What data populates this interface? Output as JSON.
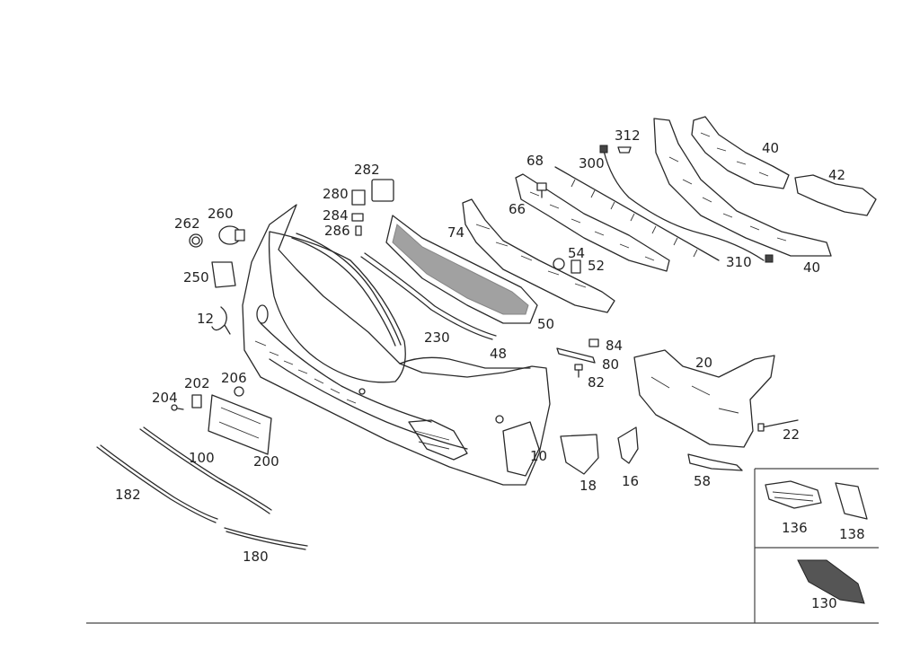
{
  "diagram": {
    "callouts": {
      "c312": "312",
      "c40a": "40",
      "c42": "42",
      "c300": "300",
      "c68": "68",
      "c282": "282",
      "c280": "280",
      "c284": "284",
      "c286": "286",
      "c262": "262",
      "c260": "260",
      "c66": "66",
      "c74": "74",
      "c54": "54",
      "c52": "52",
      "c310": "310",
      "c40b": "40",
      "c250": "250",
      "c12": "12",
      "c230": "230",
      "c50": "50",
      "c48": "48",
      "c84": "84",
      "c80": "80",
      "c82": "82",
      "c20": "20",
      "c202": "202",
      "c206": "206",
      "c204": "204",
      "c22": "22",
      "c100": "100",
      "c200": "200",
      "c10": "10",
      "c18": "18",
      "c16": "16",
      "c58": "58",
      "c182": "182",
      "c180": "180",
      "c136": "136",
      "c138": "138",
      "c130": "130"
    }
  }
}
